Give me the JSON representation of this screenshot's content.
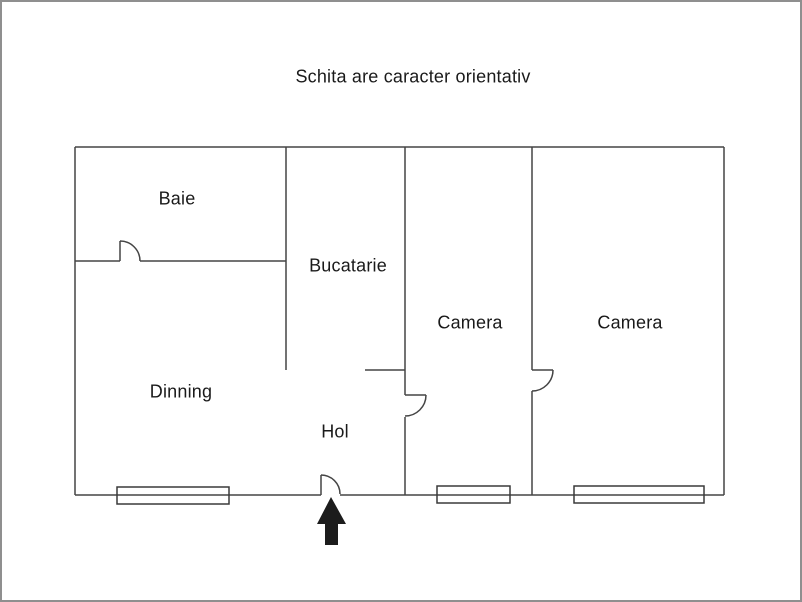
{
  "title": "Schita are caracter orientativ",
  "floor_plan": {
    "rooms": [
      {
        "label": "Baie"
      },
      {
        "label": "Bucatarie"
      },
      {
        "label": "Camera"
      },
      {
        "label": "Camera"
      },
      {
        "label": "Dinning"
      },
      {
        "label": "Hol"
      }
    ],
    "doors": [
      {
        "name": "baie-door"
      },
      {
        "name": "camera-1-door"
      },
      {
        "name": "camera-2-door"
      },
      {
        "name": "entrance-door"
      }
    ],
    "windows": [
      {
        "name": "dinning-window"
      },
      {
        "name": "camera-1-window"
      },
      {
        "name": "camera-2-window"
      }
    ],
    "entrance_arrow": "up"
  },
  "colors": {
    "wall": "#454545",
    "window": "#3a3a3a",
    "text": "#1a1a1a",
    "arrow": "#1c1c1c",
    "page_border": "#8f8f8f",
    "background": "#ffffff"
  }
}
